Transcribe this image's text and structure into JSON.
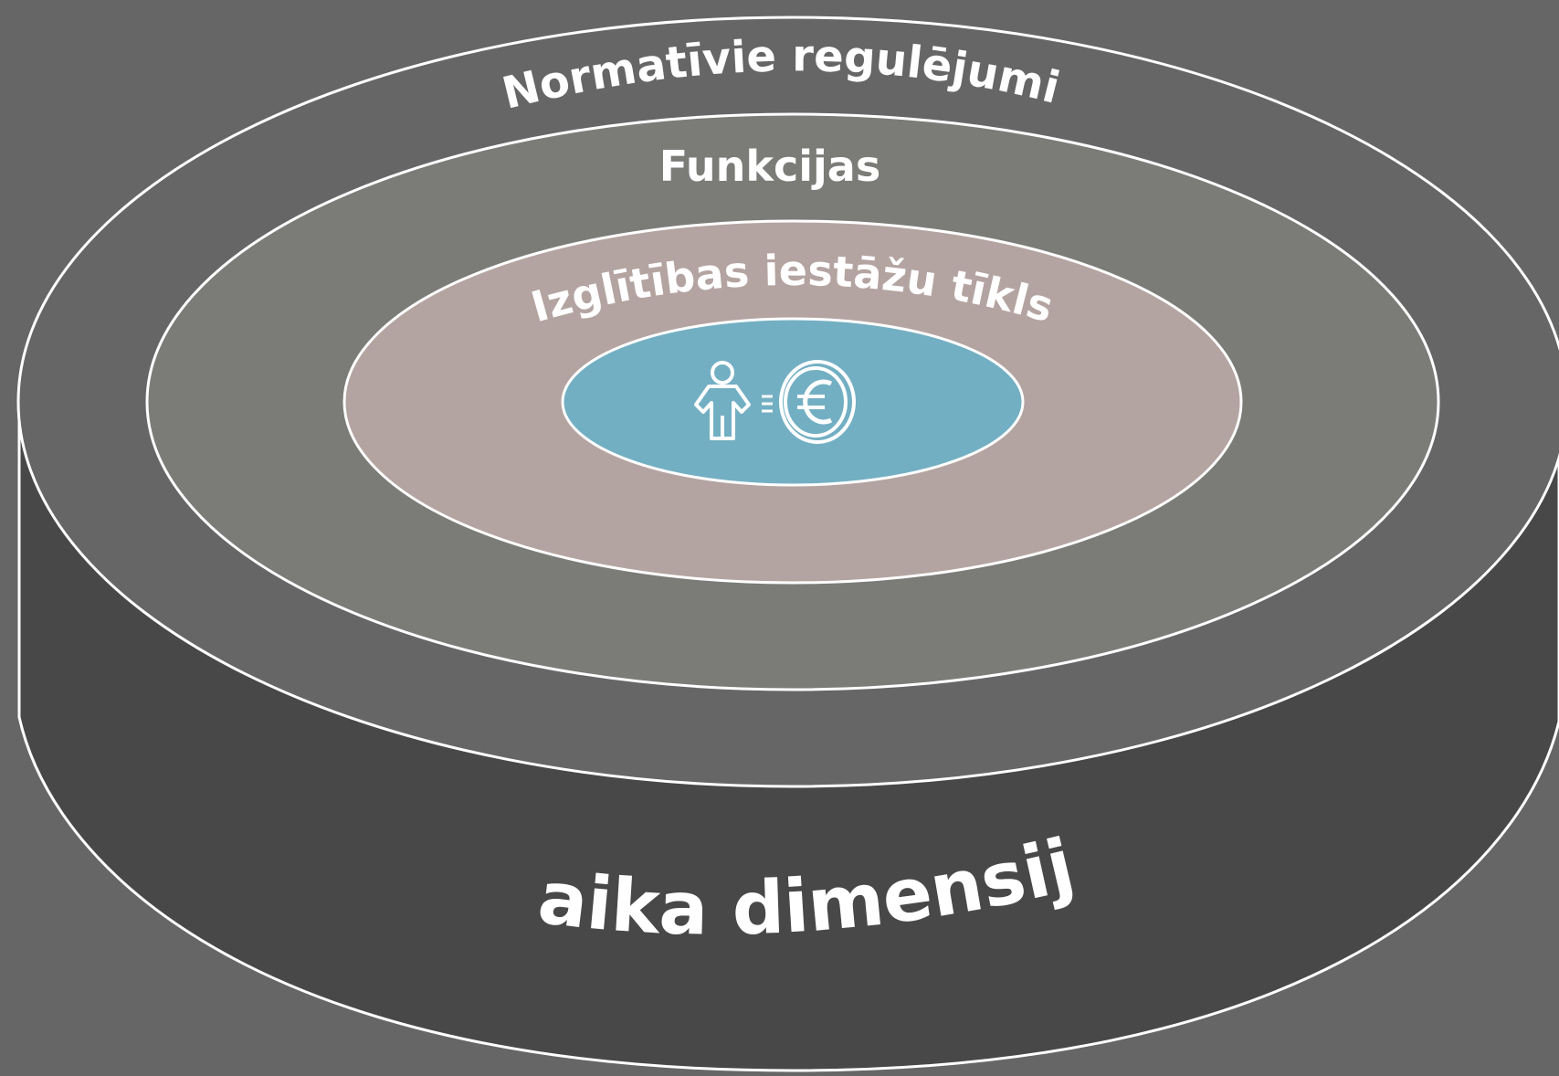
{
  "diagram": {
    "rings": [
      {
        "id": "outer",
        "label": "Normatīvie regulējumi",
        "color": "#666666"
      },
      {
        "id": "second",
        "label": "Funkcijas",
        "color": "#7b7c78"
      },
      {
        "id": "third",
        "label": "Izglītības iestāžu tīkls",
        "color": "#b4a4a1"
      },
      {
        "id": "core",
        "label": "",
        "color": "#73afc3",
        "icons": [
          "person-icon",
          "euro-coin-icon"
        ]
      }
    ],
    "base": {
      "label": "Laika dimensija",
      "color": "#484848"
    },
    "stroke_color": "#ffffff",
    "background_color": "#666666"
  }
}
